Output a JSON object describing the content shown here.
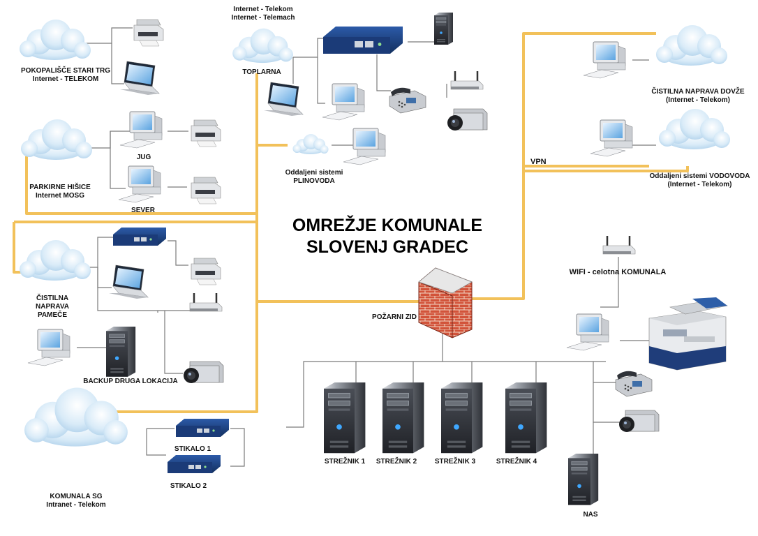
{
  "title": {
    "line1": "OMREŽJE KOMUNALE",
    "line2": "SLOVENJ GRADEC"
  },
  "labels": {
    "pokopalisce": {
      "l1": "POKOPALIŠČE STARI TRG",
      "l2": "Internet - TELEKOM"
    },
    "internet_top": {
      "l1": "Internet - Telekom",
      "l2": "Internet - Telemach"
    },
    "toplarna": "TOPLARNA",
    "jug": "JUG",
    "sever": "SEVER",
    "parkirne": {
      "l1": "PARKIRNE HIŠICE",
      "l2": "Internet MOSG"
    },
    "plinovoda": {
      "l1": "Oddaljeni sistemi",
      "l2": "PLINOVODA"
    },
    "dovze": {
      "l1": "ČISTILNA NAPRAVA DOVŽE",
      "l2": "(Internet - Telekom)"
    },
    "vpn": "VPN",
    "vodovoda": {
      "l1": "Oddaljeni sistemi VODOVODA",
      "l2": "(Internet - Telekom)"
    },
    "pamece": {
      "l1": "ČISTILNA",
      "l2": "NAPRAVA",
      "l3": "PAMEČE"
    },
    "wifi": "WIFI - celotna KOMUNALA",
    "pozarni_zid": "POŽARNI ZID",
    "backup": "BACKUP DRUGA LOKACIJA",
    "stikalo1": "STIKALO 1",
    "stikalo2": "STIKALO 2",
    "komunala_sg": {
      "l1": "KOMUNALA SG",
      "l2": "Intranet - Telekom"
    },
    "streznik1": "STREŽNIK 1",
    "streznik2": "STREŽNIK 2",
    "streznik3": "STREŽNIK 3",
    "streznik4": "STREŽNIK 4",
    "nas": "NAS"
  },
  "colors": {
    "vpn_line": "#f2c15a",
    "lan_line": "#8a8a8a",
    "cloud": "#d7e9f7",
    "server": "#3a3d44",
    "switch": "#1e3d7a",
    "firewall": "#c8452e"
  }
}
